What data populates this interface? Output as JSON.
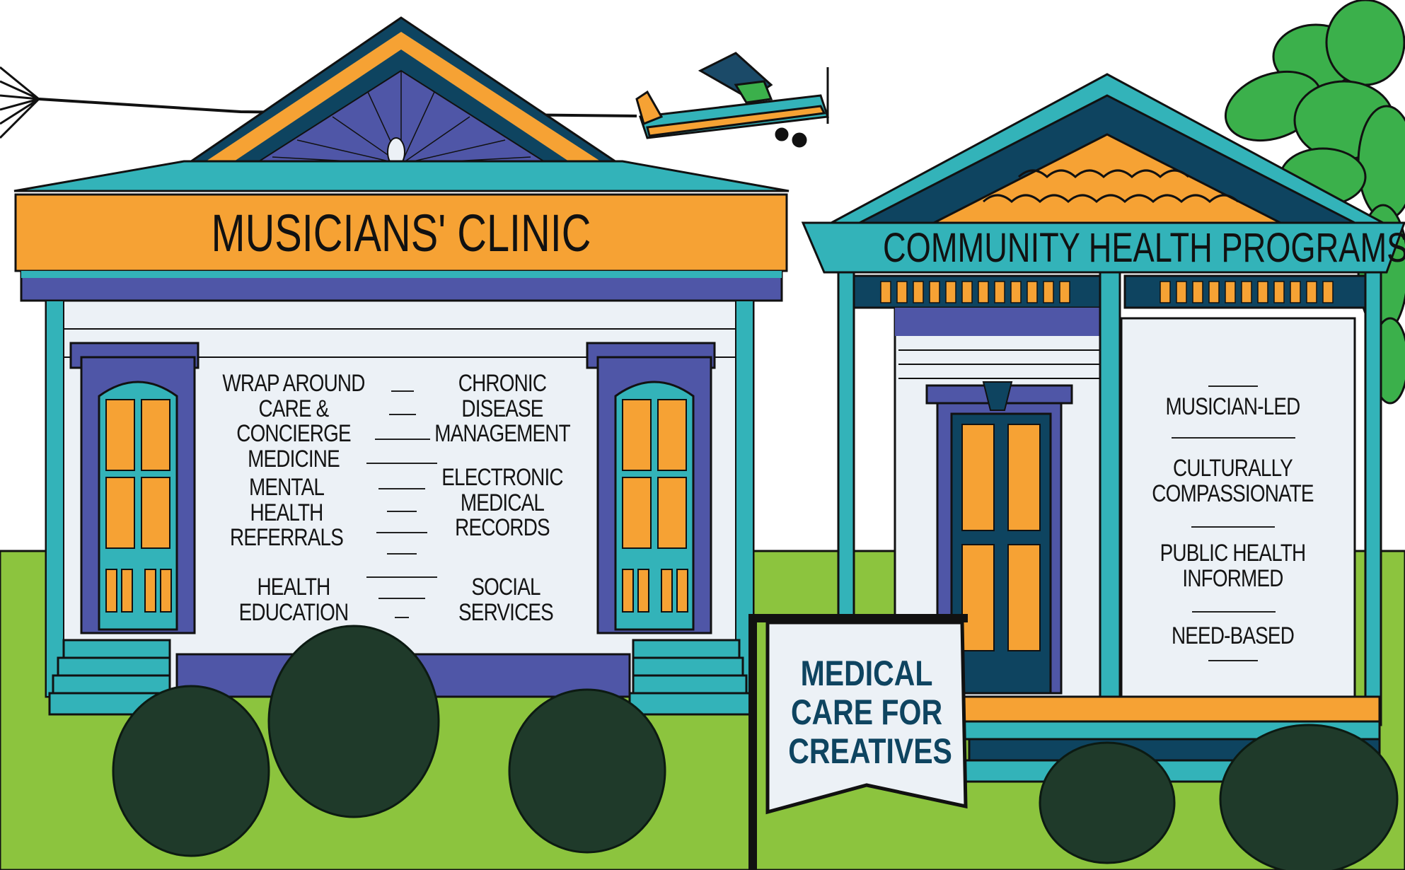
{
  "colors": {
    "orange": "#f6a234",
    "teal": "#33b3b9",
    "purple": "#4f56a7",
    "navy": "#0e4460",
    "grass": "#8cc43e",
    "wall": "#ecf1f6",
    "leaf": "#3bb04b",
    "shrub": "#1f3a2a"
  },
  "musicians_clinic": {
    "title": "MUSICIANS' CLINIC",
    "services_left": [
      {
        "lines": [
          "WRAP AROUND",
          "CARE & CONCIERGE",
          "MEDICINE"
        ]
      },
      {
        "lines": [
          "MENTAL",
          "HEALTH",
          "REFERRALS"
        ]
      },
      {
        "lines": [
          "HEALTH",
          "EDUCATION"
        ]
      }
    ],
    "services_right": [
      {
        "lines": [
          "CHRONIC DISEASE",
          "MANAGEMENT"
        ]
      },
      {
        "lines": [
          "ELECTRONIC",
          "MEDICAL",
          "RECORDS"
        ]
      },
      {
        "lines": [
          "SOCIAL",
          "SERVICES"
        ]
      }
    ]
  },
  "community_health": {
    "title": "COMMUNITY HEALTH PROGRAMS",
    "qualities": [
      "MUSICIAN-LED",
      "CULTURALLY COMPASSIONATE",
      "PUBLIC HEALTH INFORMED",
      "NEED-BASED"
    ],
    "quality_lines": [
      [
        "MUSICIAN-LED"
      ],
      [
        "CULTURALLY",
        "COMPASSIONATE"
      ],
      [
        "PUBLIC HEALTH",
        "INFORMED"
      ],
      [
        "NEED-BASED"
      ]
    ]
  },
  "yard_sign": {
    "lines": [
      "MEDICAL",
      "CARE FOR",
      "CREATIVES"
    ]
  },
  "decor": {
    "airplane": "airplane-towing-banner",
    "tree": "fiddle-leaf-plant",
    "shrubs": 5
  }
}
